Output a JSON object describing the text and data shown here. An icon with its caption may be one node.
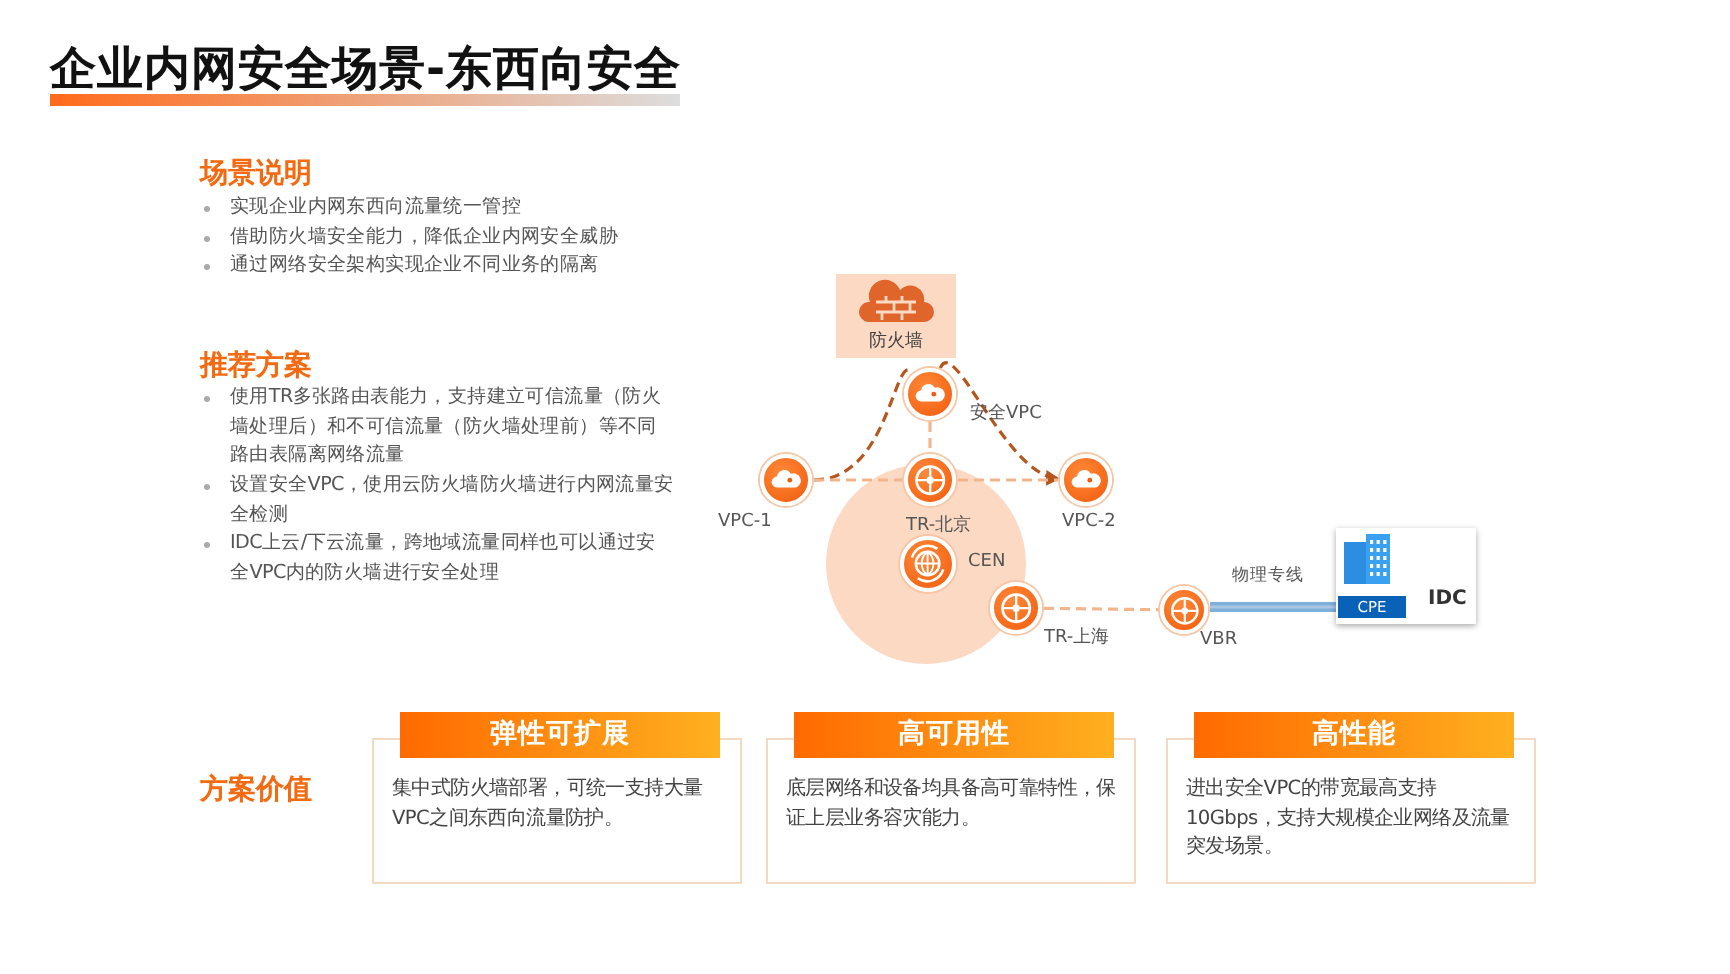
{
  "diagram": {
    "title": "企业内网安全场景-东西向安全",
    "nodes": [
      {
        "text": [
          "防火墙"
        ]
      },
      {
        "text": [],
        "shape": "circle",
        "beside": [
          "安全VPC"
        ]
      },
      {
        "text": [],
        "shape": "circle",
        "beside": [
          "VPC-1"
        ]
      },
      {
        "text": [],
        "shape": "circle",
        "beside": [
          "TR-北京"
        ]
      },
      {
        "text": [],
        "shape": "circle",
        "beside": [
          "VPC-2"
        ]
      },
      {
        "text": [],
        "shape": "circle",
        "beside": [
          "CEN"
        ]
      },
      {
        "text": [],
        "shape": "circle",
        "beside": [
          "TR-上海"
        ]
      },
      {
        "text": [],
        "shape": "circle",
        "beside": [
          "VBR"
        ]
      },
      {
        "text": [
          "IDC"
        ]
      },
      {
        "text": [
          "CPE"
        ],
        "in": 8
      },
      {
        "text": [
          "弹性可扩展",
          "集中式防火墙部署，可统一支持大量VPC之间东西向流量防护。"
        ]
      },
      {
        "text": [
          "高可用性",
          "底层网络和设备均具备高可靠特性，保证上层业务容灾能力。"
        ]
      },
      {
        "text": [
          "高性能",
          "进出安全VPC的带宽最高支持10Gbps，支持大规模企业网络及流量突发场景。"
        ]
      }
    ],
    "edges": [
      {
        "from": 2,
        "to": 1,
        "arrow": "none",
        "style": "dashed",
        "color": "#b5561f"
      },
      {
        "from": 1,
        "to": 4,
        "arrow": "to",
        "style": "dashed",
        "color": "#b5561f"
      },
      {
        "from": 2,
        "to": 3,
        "arrow": "none",
        "style": "dashed"
      },
      {
        "from": 3,
        "to": 4,
        "arrow": "none",
        "style": "dashed"
      },
      {
        "from": 1,
        "to": 3,
        "arrow": "none",
        "style": "dashed"
      },
      {
        "from": 6,
        "to": 7,
        "arrow": "none",
        "style": "dashed"
      },
      {
        "from": 7,
        "to": 9,
        "arrow": "none",
        "label": "物理专线",
        "style": "thick",
        "color": "#7fb0dc"
      }
    ],
    "labels": [
      "场景说明",
      "实现企业内网东西向流量统一管控",
      "借助防火墙安全能力，降低企业内网安全威胁",
      "通过网络安全架构实现企业不同业务的隔离",
      "推荐方案",
      "使用TR多张路由表能力，支持建立可信流量（防火墙处理后）和不可信流量（防火墙处理前）等不同路由表隔离网络流量",
      "设置安全VPC，使用云防火墙防火墙进行内网流量安全检测",
      "IDC上云/下云流量，跨地域流量同样也可以通过安全VPC内的防火墙进行安全处理",
      "方案价值"
    ]
  }
}
